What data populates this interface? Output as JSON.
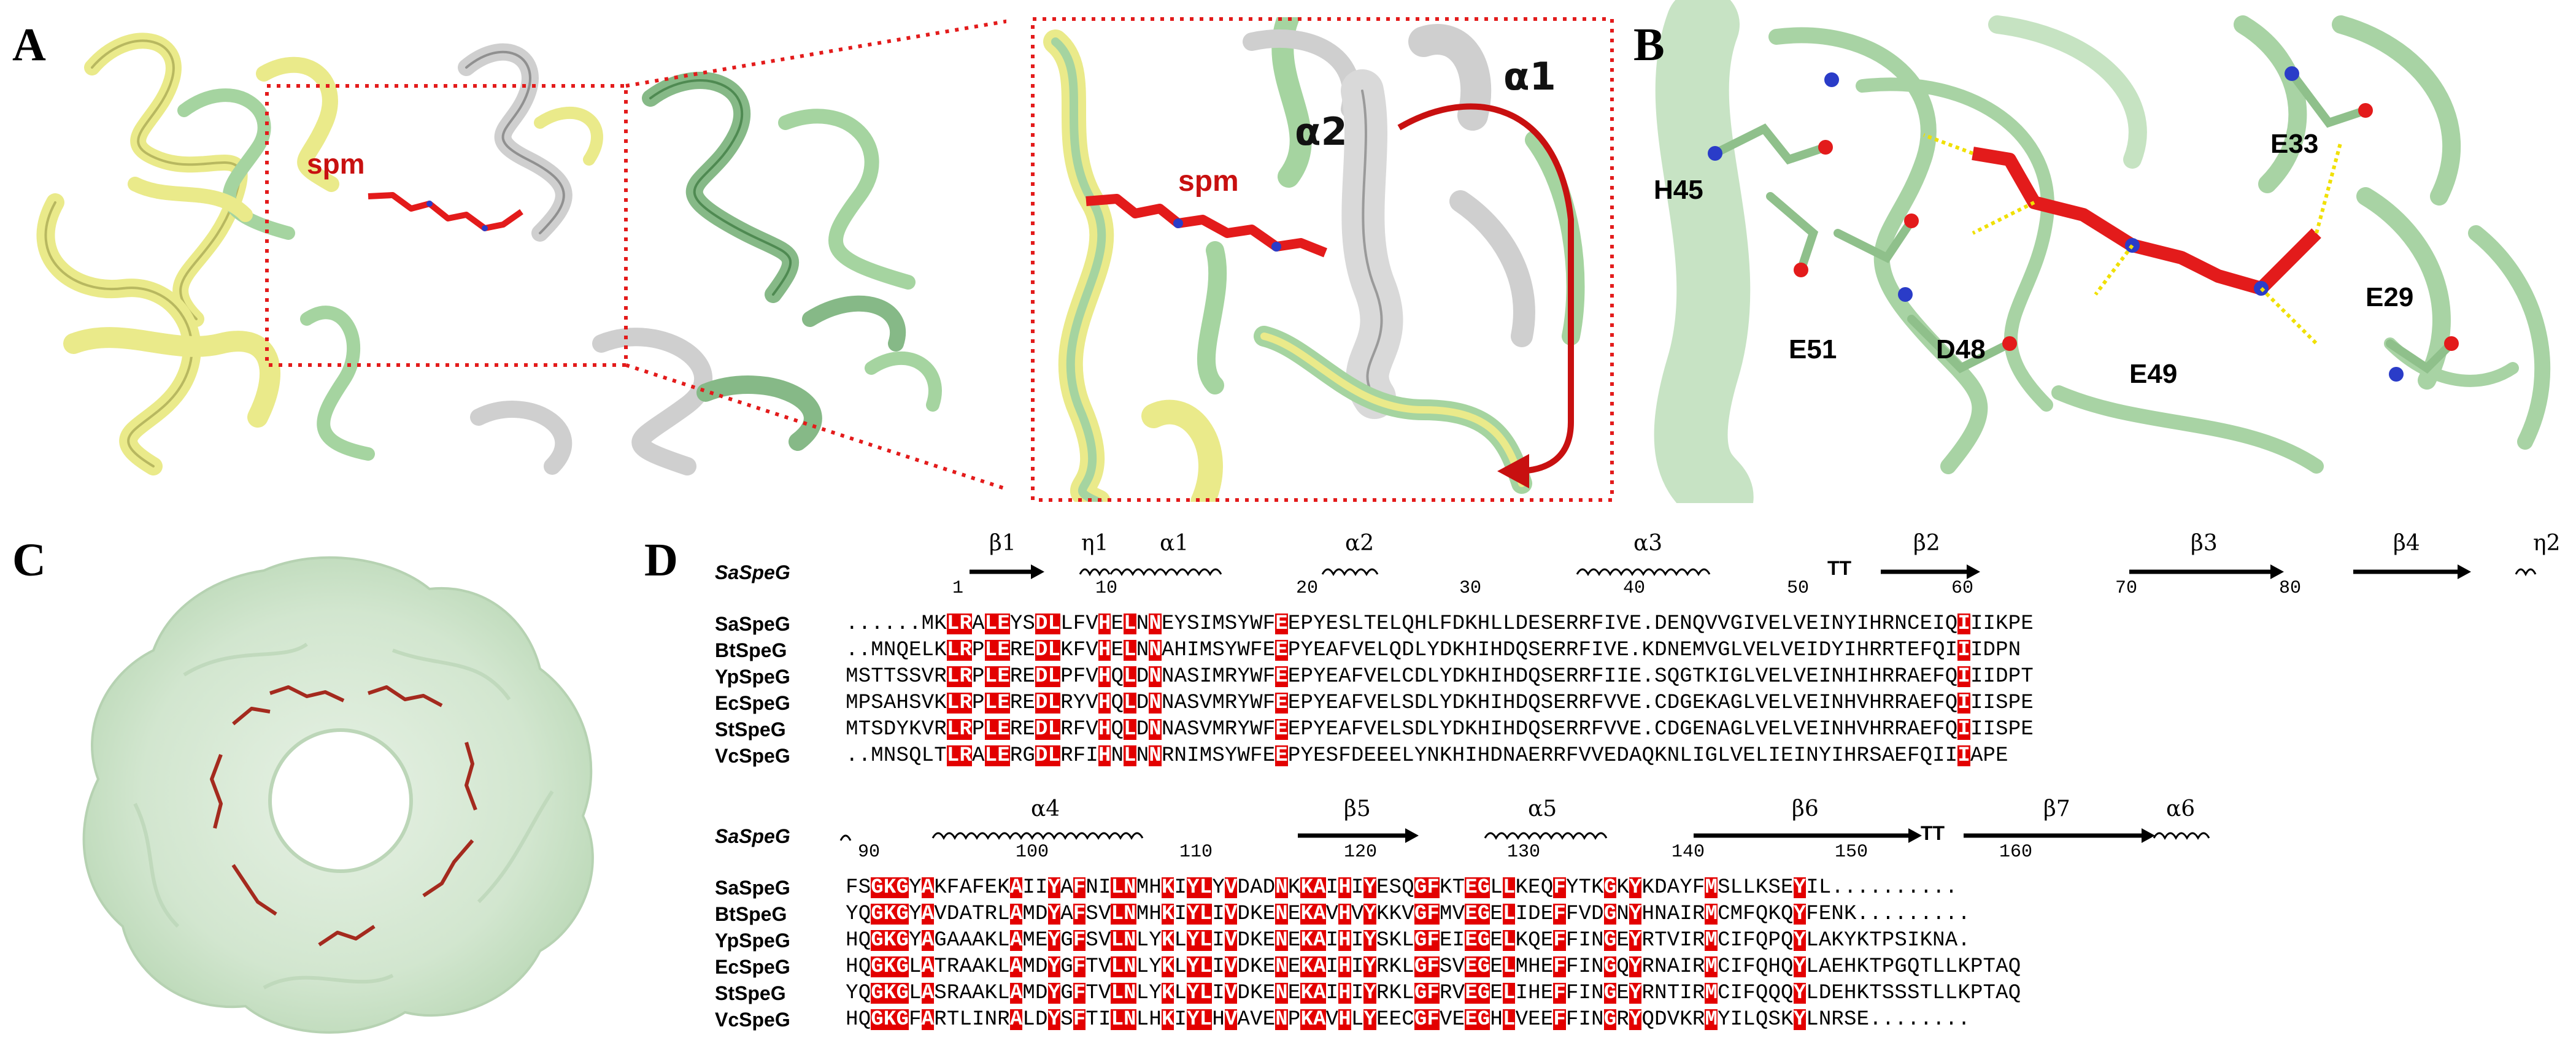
{
  "panels": {
    "A": {
      "label": "A",
      "ligand_label": "spm",
      "zoom_ligand_label": "spm",
      "helix_labels": [
        "α1",
        "α2"
      ]
    },
    "B": {
      "label": "B",
      "residues": [
        "H45",
        "E33",
        "E51",
        "D48",
        "E49",
        "E29"
      ]
    },
    "C": {
      "label": "C"
    },
    "D": {
      "label": "D",
      "reference": "SaSpeG",
      "block1": {
        "ss": [
          {
            "type": "beta",
            "label": "β1"
          },
          {
            "type": "eta",
            "label": "η1"
          },
          {
            "type": "alpha",
            "label": "α1"
          },
          {
            "type": "alpha",
            "label": "α2"
          },
          {
            "type": "alpha",
            "label": "α3"
          },
          {
            "type": "turn",
            "label": "TT"
          },
          {
            "type": "beta",
            "label": "β2"
          },
          {
            "type": "beta",
            "label": "β3"
          },
          {
            "type": "beta",
            "label": "β4"
          },
          {
            "type": "eta",
            "label": "η2"
          }
        ],
        "numbers": [
          "1",
          "10",
          "20",
          "30",
          "40",
          "50",
          "60",
          "70",
          "80"
        ],
        "rows": [
          {
            "name": "SaSpeG",
            "seq": "......MKLRALEYSDLLFVHELNNEYSIMSYWFEEPYESLTELQHLFDKHLLDESERRFIVE.DENQVVGIVELVEINYIHRNCEIQIIIKPE"
          },
          {
            "name": "BtSpeG",
            "seq": "..MNQELKLRPLEREDLKFVHELNNAHIMSYWFEEPYEAFVELQDLYDKHIHDQSERRFIVE.KDNEMVGLVELVEIDYIHRRTEFQIIIDPN"
          },
          {
            "name": "YpSpeG",
            "seq": "MSTTSSVRLRPLEREDLPFVHQLDNNASIMRYWFEEPYEAFVELCDLYDKHIHDQSERRFIIE.SQGTKIGLVELVEINHIHRRAEFQIIIDPT"
          },
          {
            "name": "EcSpeG",
            "seq": "MPSAHSVKLRPLEREDLRYVHQLDNNASVMRYWFEEPYEAFVELSDLYDKHIHDQSERRFVVE.CDGEKAGLVELVEINHVHRRAEFQIIISPE"
          },
          {
            "name": "StSpeG",
            "seq": "MTSDYKVRLRPLEREDLRFVHQLDNNASVMRYWFEEPYEAFVELSDLYDKHIHDQSERRFVVE.CDGENAGLVELVEINHVHRRAEFQIIISPE"
          },
          {
            "name": "VcSpeG",
            "seq": "..MNSQLTLRALERGDLRFIHNLNNRNIMSYWFEEPYESFDEEELYNKHIHDNAERRFVVEDAQKNLIGLVELIEINYIHRSAEFQIIIAPE"
          }
        ]
      },
      "block2": {
        "ss": [
          {
            "type": "alpha",
            "label": "α4"
          },
          {
            "type": "beta",
            "label": "β5"
          },
          {
            "type": "alpha",
            "label": "α5"
          },
          {
            "type": "beta",
            "label": "β6"
          },
          {
            "type": "turn",
            "label": "TT"
          },
          {
            "type": "beta",
            "label": "β7"
          },
          {
            "type": "alpha",
            "label": "α6"
          }
        ],
        "numbers": [
          "90",
          "100",
          "110",
          "120",
          "130",
          "140",
          "150",
          "160"
        ],
        "rows": [
          {
            "name": "SaSpeG",
            "seq": "FSGKGYAKFAFEKAIIYAFNILNMHKIYLYVDADNKKAIHIYESQGFKTEGLLKEQFYTKGKYKDAYFMSLLKSEYIL.........."
          },
          {
            "name": "BtSpeG",
            "seq": "YQGKGYAVDATRLAMDYAFSVLNMHKIYLIVDKENEKAVHVYKKVGFMVEGELIDEFFVDGNYHNAIRMCMFQKQYFENK........."
          },
          {
            "name": "YpSpeG",
            "seq": "HQGKGYAGAAAKLAMEYGFSVLNLYKLYLIVDKENEKAIHIYSKLGFEIEGELKQEFFINGEYRTVIRMCIFQPQYLAKYKTPSIKNA."
          },
          {
            "name": "EcSpeG",
            "seq": "HQGKGLATRAAKLAMDYGFTVLNLYKLYLIVDKENEKAIHIYRKLGFSVEGELMHEFFINGQYRNAIRMCIFQHQYLAEHKTPGQTLLKPTAQ"
          },
          {
            "name": "StSpeG",
            "seq": "YQGKGLASRAAKLAMDYGFTVLNLYKLYLIVDKENEKAIHIYRKLGFRVEGELIHEFFINGEYRNTIRMCIFQQQYLDEHKTSSSTLLKPTAQ"
          },
          {
            "name": "VcSpeG",
            "seq": "HQGKGFARTLINRALDYSFTILNLHKIYLHVAVENPKAVHLYEECGFVEEGHLVEEFFINGRYQDVKRMYILQSKYLNRSE........"
          }
        ]
      }
    }
  },
  "colors": {
    "green_protein": "#9ccc98",
    "yellow_protein": "#eaea8a",
    "grey_protein": "#c8c8c8",
    "spermidine": "#e31b1b",
    "highlight": "#e30000",
    "dotted_box": "#e31b1b",
    "surface": "#d5e8d2"
  }
}
